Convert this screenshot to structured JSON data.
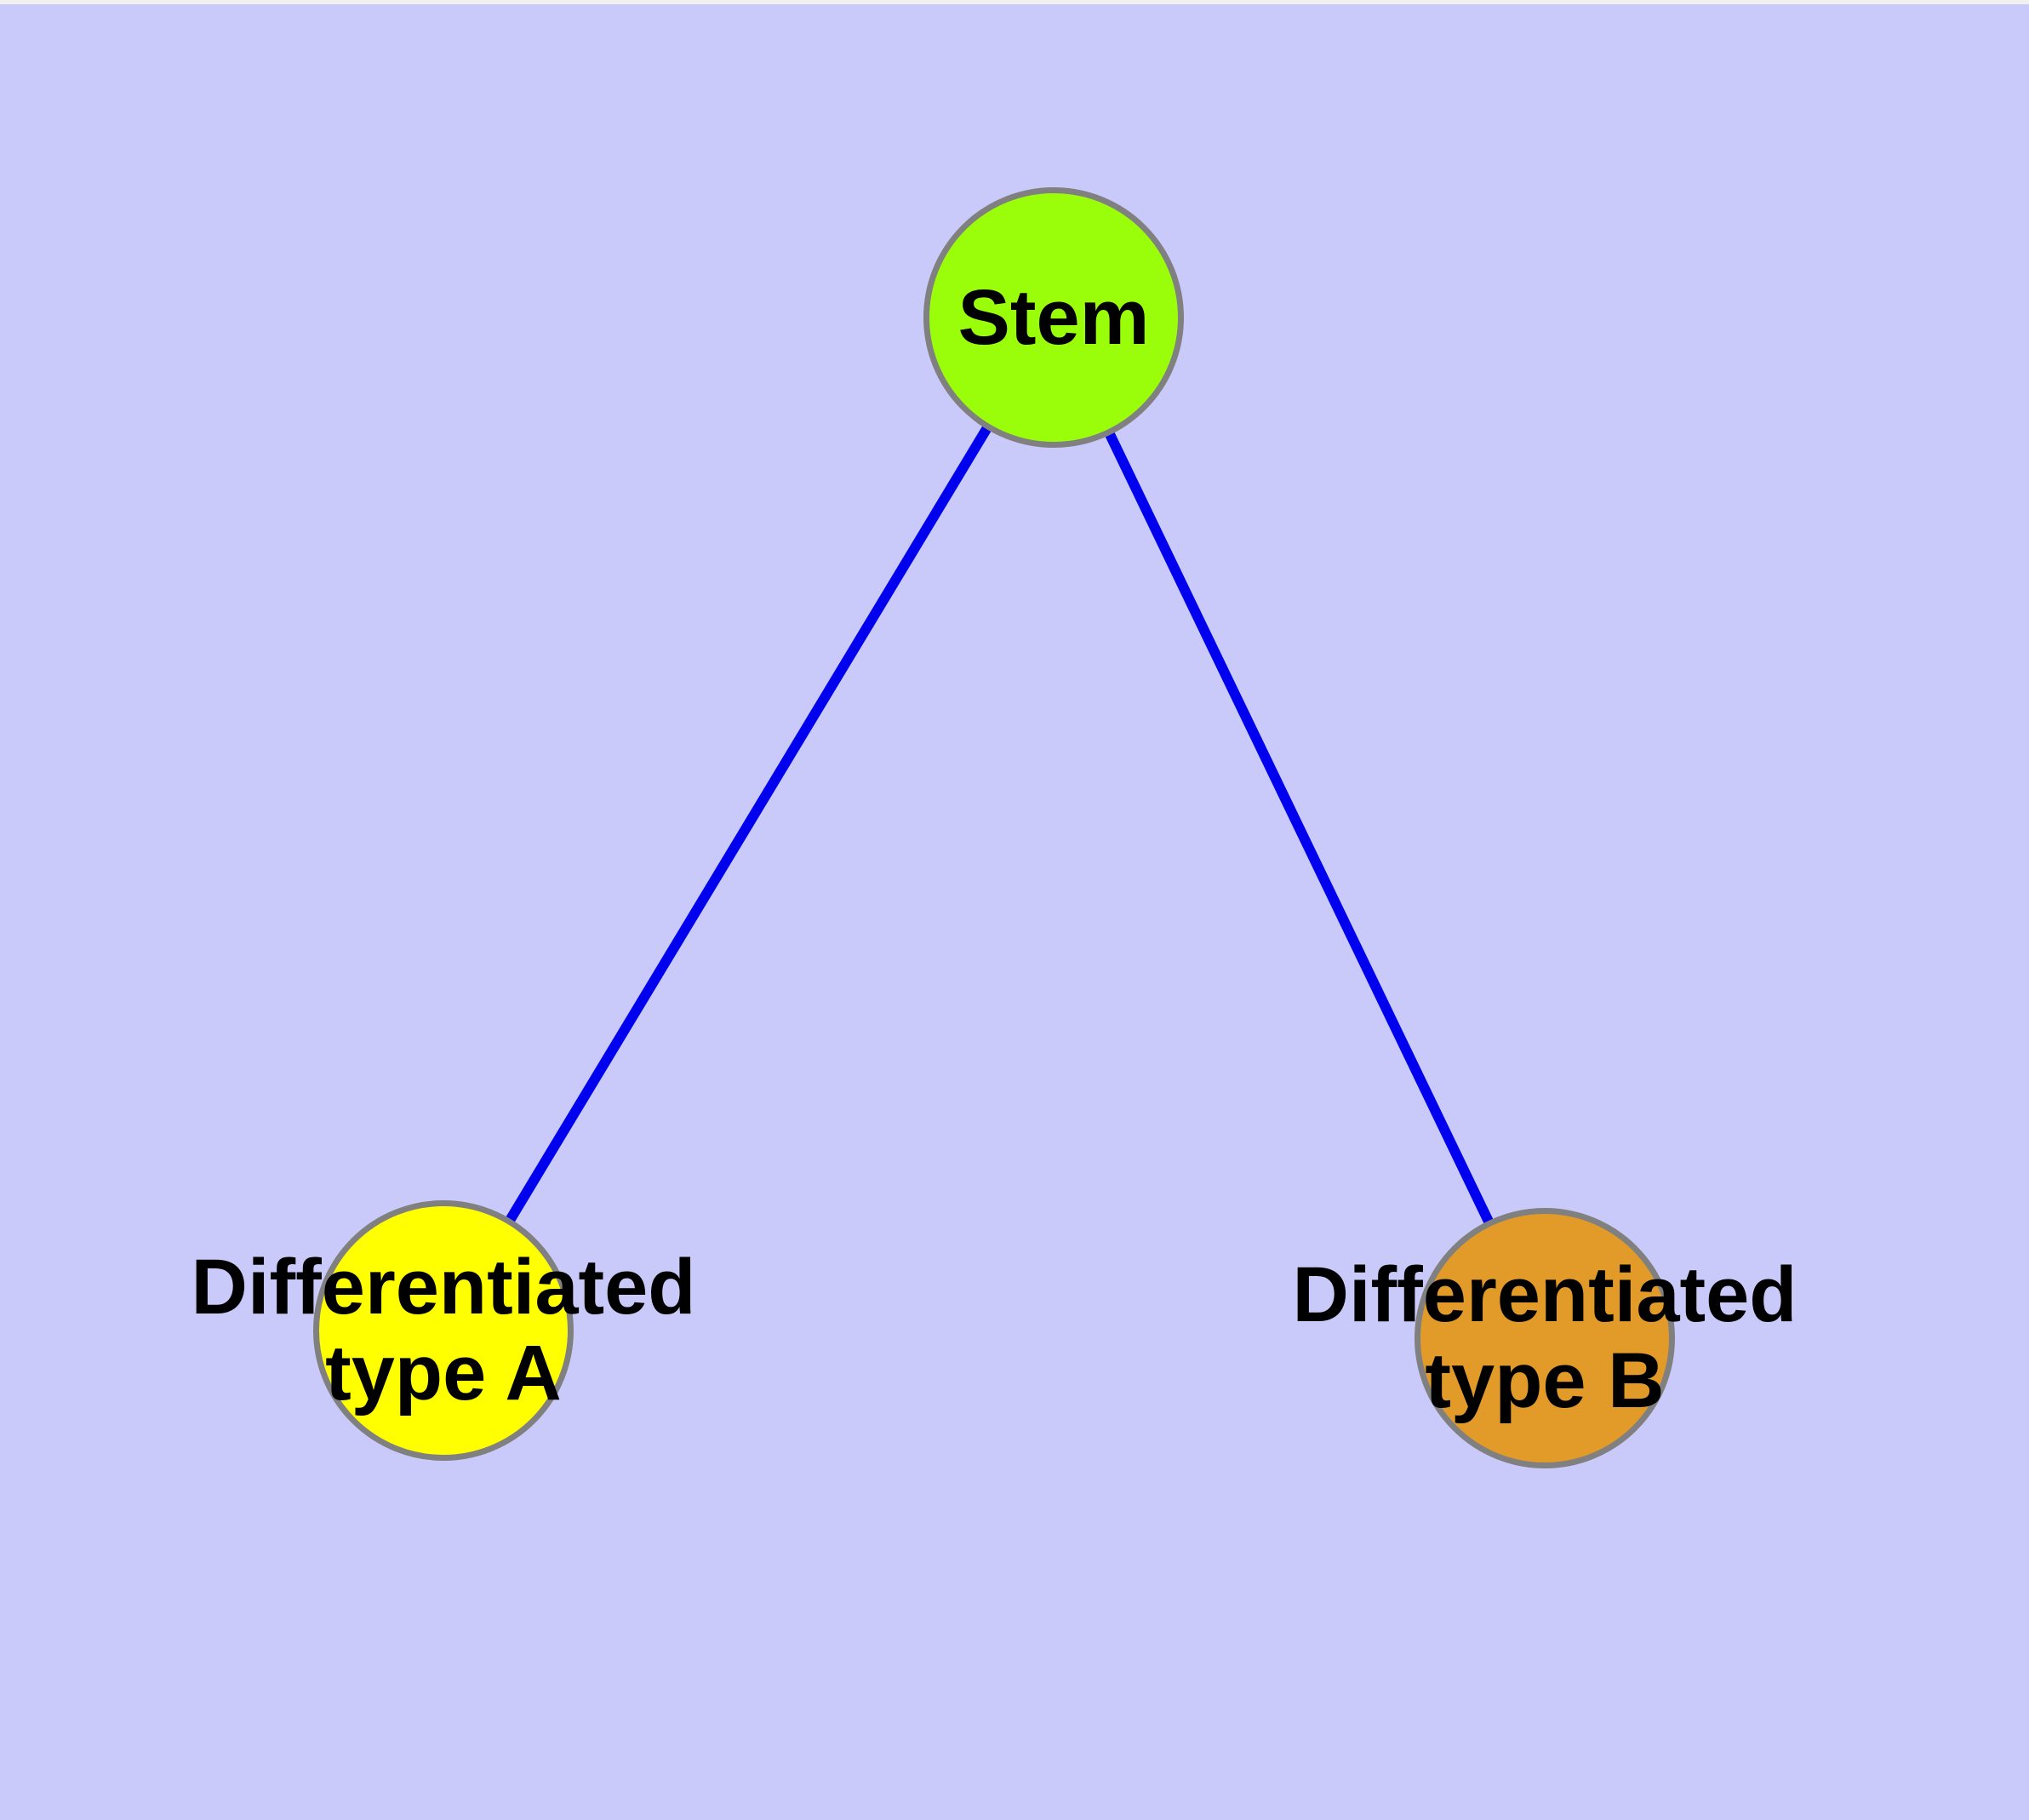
{
  "window": {
    "top_strip_color": "#f1f1f1"
  },
  "diagram": {
    "background_color": "#cacafa",
    "edge_color": "#0000ee",
    "node_border_color": "#808080",
    "text_color": "#000000",
    "nodes": {
      "stem": {
        "label": "Stem",
        "fill": "#9afe0a"
      },
      "type_a": {
        "label_line1": "Differentiated",
        "label_line2": "type A",
        "fill": "#ffff00"
      },
      "type_b": {
        "label_line1": "Differentiated",
        "label_line2": "type B",
        "fill": "#e29a28"
      }
    },
    "edges": [
      {
        "from": "Stem",
        "to": "Differentiated type A"
      },
      {
        "from": "Stem",
        "to": "Differentiated type B"
      }
    ]
  }
}
